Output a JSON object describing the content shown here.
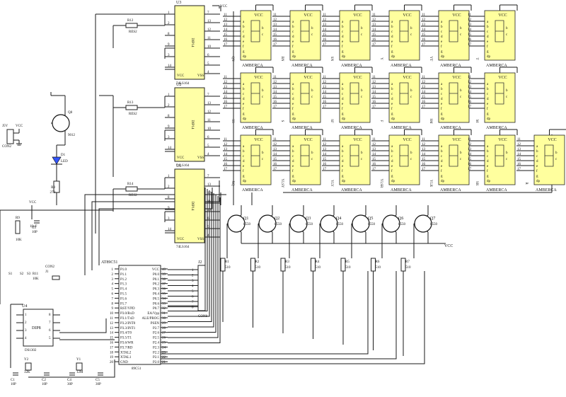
{
  "diagram": {
    "shift_registers": [
      {
        "ref": "U3",
        "part": "74LS164",
        "pkg": "DIP14",
        "pins_left": [
          "1",
          "2",
          "8",
          "9",
          "3",
          "14"
        ],
        "pins_right": [
          "7",
          "13",
          "12",
          "11",
          "10",
          "6",
          "5",
          "4"
        ],
        "label_vcc": "VCC",
        "label_vss": "VSS"
      },
      {
        "ref": "U2",
        "part": "74LS164",
        "pkg": "DIP14",
        "pins_left": [
          "1",
          "2",
          "8",
          "9",
          "3",
          "14"
        ],
        "pins_right": [
          "7",
          "13",
          "12",
          "11",
          "10",
          "6",
          "5",
          "4"
        ],
        "label_vcc": "VCC",
        "label_vss": "VSS"
      },
      {
        "ref": "U1",
        "part": "74LS164",
        "pkg": "DIP14",
        "pins_left": [
          "1",
          "2",
          "8",
          "9",
          "3",
          "14"
        ],
        "pins_right": [
          "7",
          "13",
          "12",
          "11",
          "10",
          "6",
          "5",
          "4"
        ],
        "label_vcc": "VCC",
        "label_vss": "VSS"
      }
    ],
    "register_resistors": [
      {
        "ref": "R12",
        "value": "RES2"
      },
      {
        "ref": "R13",
        "value": "RES2"
      },
      {
        "ref": "R14",
        "value": "RES2"
      }
    ],
    "digit_rows": [
      {
        "displays": [
          {
            "top": "VCC",
            "label": "AMBERCA",
            "name": "QN"
          },
          {
            "top": "VCC",
            "label": "AMBERCA",
            "name": "BN"
          },
          {
            "top": "VCC",
            "label": "AMBERCA",
            "name": "SN"
          },
          {
            "top": "VCC",
            "label": "AMBERCA",
            "name": "Y"
          },
          {
            "top": "VCC",
            "label": "AMBERCA",
            "name": "YT"
          },
          {
            "top": "VCC",
            "label": "AMBERCA",
            "name": "T"
          }
        ]
      },
      {
        "displays": [
          {
            "top": "VCC",
            "label": "AMBERCA",
            "name": "SS"
          },
          {
            "top": "VCC",
            "label": "AMBERCA",
            "name": "S"
          },
          {
            "top": "VCC",
            "label": "AMBERCA",
            "name": "SF"
          },
          {
            "top": "VCC",
            "label": "AMBERCA",
            "name": "F"
          },
          {
            "top": "VCC",
            "label": "AMBERCA",
            "name": "SM"
          },
          {
            "top": "VCC",
            "label": "AMBERCA",
            "name": "M"
          }
        ]
      },
      {
        "displays": [
          {
            "top": "VCC",
            "label": "AMBERCA",
            "name": "XQ"
          },
          {
            "top": "VCC",
            "label": "AMBERCA",
            "name": "YLSY"
          },
          {
            "top": "VCC",
            "label": "AMBERCA",
            "name": "YLY"
          },
          {
            "top": "VCC",
            "label": "AMBERCA",
            "name": "YLSR"
          },
          {
            "top": "VCC",
            "label": "AMBERCA",
            "name": "YLR"
          },
          {
            "top": "VCC",
            "label": "AMBERCA",
            "name": "SR"
          },
          {
            "top": "VCC",
            "label": "AMBERCA",
            "name": "R"
          }
        ]
      }
    ],
    "segment_letters": [
      "a",
      "b",
      "c",
      "d",
      "e",
      "f",
      "g",
      "dp"
    ],
    "segment_pins": [
      "11",
      "12",
      "13",
      "14",
      "15",
      "16",
      "17"
    ],
    "transistors": [
      {
        "ref": "Q1",
        "part": "8550"
      },
      {
        "ref": "Q2",
        "part": "8550"
      },
      {
        "ref": "Q3",
        "part": "8550"
      },
      {
        "ref": "Q4",
        "part": "8550"
      },
      {
        "ref": "Q5",
        "part": "8550"
      },
      {
        "ref": "Q6",
        "part": "8550"
      },
      {
        "ref": "Q7",
        "part": "8550"
      }
    ],
    "base_resistors": [
      {
        "ref": "R1",
        "value": "510"
      },
      {
        "ref": "R2",
        "value": "510"
      },
      {
        "ref": "R3",
        "value": "510"
      },
      {
        "ref": "R4",
        "value": "510"
      },
      {
        "ref": "R5",
        "value": "510"
      },
      {
        "ref": "R6",
        "value": "510"
      },
      {
        "ref": "R7",
        "value": "510"
      }
    ],
    "vcc_rail_label": "VCC",
    "power": {
      "ref": "J5V",
      "connector": "CON2",
      "label": "VCC"
    },
    "driver": {
      "ref": "Q8",
      "part": "9012"
    },
    "led": {
      "ref": "D1",
      "label": "LED"
    },
    "led_resistor": {
      "ref": "R8",
      "value": "270"
    },
    "mcu": {
      "ref": "AT89C51",
      "part": "89C51",
      "left_pins": [
        {
          "num": "1",
          "name": "P1.0"
        },
        {
          "num": "2",
          "name": "P1.1"
        },
        {
          "num": "3",
          "name": "P1.2"
        },
        {
          "num": "4",
          "name": "P1.3"
        },
        {
          "num": "5",
          "name": "P1.4"
        },
        {
          "num": "6",
          "name": "P1.5"
        },
        {
          "num": "7",
          "name": "P1.6"
        },
        {
          "num": "8",
          "name": "P1.7"
        },
        {
          "num": "9",
          "name": "RST/VPD"
        },
        {
          "num": "10",
          "name": "P3.0/RxD"
        },
        {
          "num": "11",
          "name": "P3.1/TxD"
        },
        {
          "num": "12",
          "name": "P3.2/INT0"
        },
        {
          "num": "13",
          "name": "P3.3/INT1"
        },
        {
          "num": "14",
          "name": "P3.4/T0"
        },
        {
          "num": "15",
          "name": "P3.5/T1"
        },
        {
          "num": "16",
          "name": "P3.6/WR"
        },
        {
          "num": "17",
          "name": "P3.7/RD"
        },
        {
          "num": "18",
          "name": "XTAL2"
        },
        {
          "num": "19",
          "name": "XTAL1"
        },
        {
          "num": "20",
          "name": "GND"
        }
      ],
      "right_pins": [
        {
          "num": "40",
          "name": "VCC"
        },
        {
          "num": "39",
          "name": "P0.0"
        },
        {
          "num": "38",
          "name": "P0.1"
        },
        {
          "num": "37",
          "name": "P0.2"
        },
        {
          "num": "36",
          "name": "P0.3"
        },
        {
          "num": "35",
          "name": "P0.4"
        },
        {
          "num": "34",
          "name": "P0.5"
        },
        {
          "num": "33",
          "name": "P0.6"
        },
        {
          "num": "32",
          "name": "P0.7"
        },
        {
          "num": "31",
          "name": "EA/Vpp"
        },
        {
          "num": "30",
          "name": "ALE/PROG"
        },
        {
          "num": "29",
          "name": "PSEN"
        },
        {
          "num": "28",
          "name": "P2.7"
        },
        {
          "num": "27",
          "name": "P2.6"
        },
        {
          "num": "26",
          "name": "P2.5"
        },
        {
          "num": "25",
          "name": "P2.4"
        },
        {
          "num": "24",
          "name": "P2.3"
        },
        {
          "num": "23",
          "name": "P2.2"
        },
        {
          "num": "22",
          "name": "P2.1"
        },
        {
          "num": "21",
          "name": "P2.0"
        }
      ]
    },
    "header_j2": {
      "ref": "J2",
      "connector": "CON8",
      "pins": [
        "1",
        "2",
        "3",
        "4",
        "5",
        "6",
        "7",
        "8"
      ]
    },
    "rtc": {
      "ref": "U4",
      "part": "DS1302",
      "pkg": "DIP8",
      "pins_left": [
        "1",
        "2",
        "3",
        "4"
      ],
      "pins_right": [
        "8",
        "7",
        "6",
        "5"
      ]
    },
    "crystal_rtc": {
      "ref": "Y2",
      "value": "32K"
    },
    "crystal_mcu": {
      "ref": "Y1",
      "value": "12M"
    },
    "caps": [
      {
        "ref": "C3",
        "value": "10P"
      },
      {
        "ref": "C1",
        "value": "10P"
      },
      {
        "ref": "C2",
        "value": "10P"
      },
      {
        "ref": "C4",
        "value": "30P"
      },
      {
        "ref": "C5",
        "value": "30P"
      },
      {
        "ref": "C10",
        "value": "10μF"
      }
    ],
    "rst_resistor": {
      "ref": "R9",
      "value": "10K"
    },
    "key_resistor": {
      "ref": "R11",
      "value": "10K"
    },
    "rst_switch": {
      "ref": "S1"
    },
    "keys": [
      {
        "ref": "S2"
      },
      {
        "ref": "S3"
      }
    ],
    "vcc_top": "VCC",
    "con2_j1": {
      "ref": "J1",
      "connector": "CON2"
    }
  }
}
